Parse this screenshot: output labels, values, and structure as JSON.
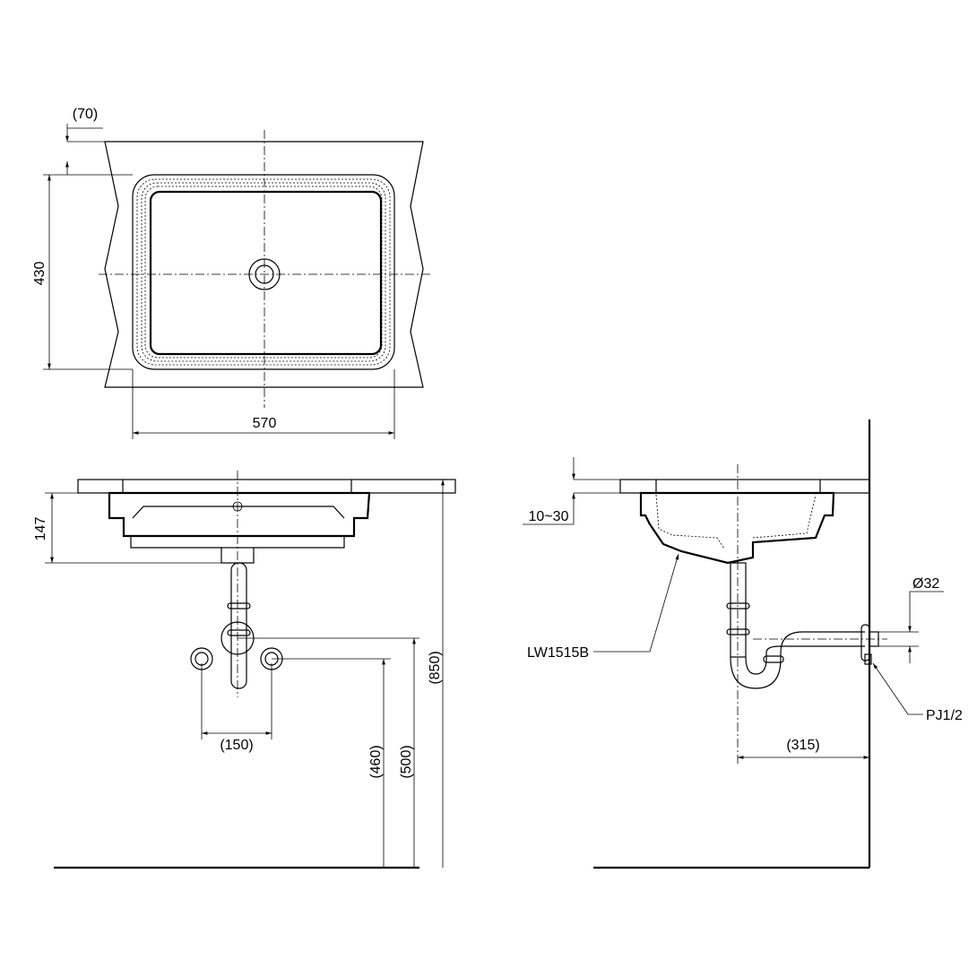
{
  "top_view": {
    "dim_rim": "(70)",
    "dim_depth": "430",
    "dim_width": "570"
  },
  "front_view": {
    "dim_height": "147",
    "dim_supply_spacing": "(150)",
    "dim_supply_height": "(460)",
    "dim_trap_height": "(500)",
    "dim_counter_height": "(850)"
  },
  "side_view": {
    "dim_counter_thickness": "10~30",
    "model_label": "LW1515B",
    "dim_pipe_diameter": "Ø32",
    "fitting_label": "PJ1/2",
    "dim_wall_offset": "(315)"
  }
}
